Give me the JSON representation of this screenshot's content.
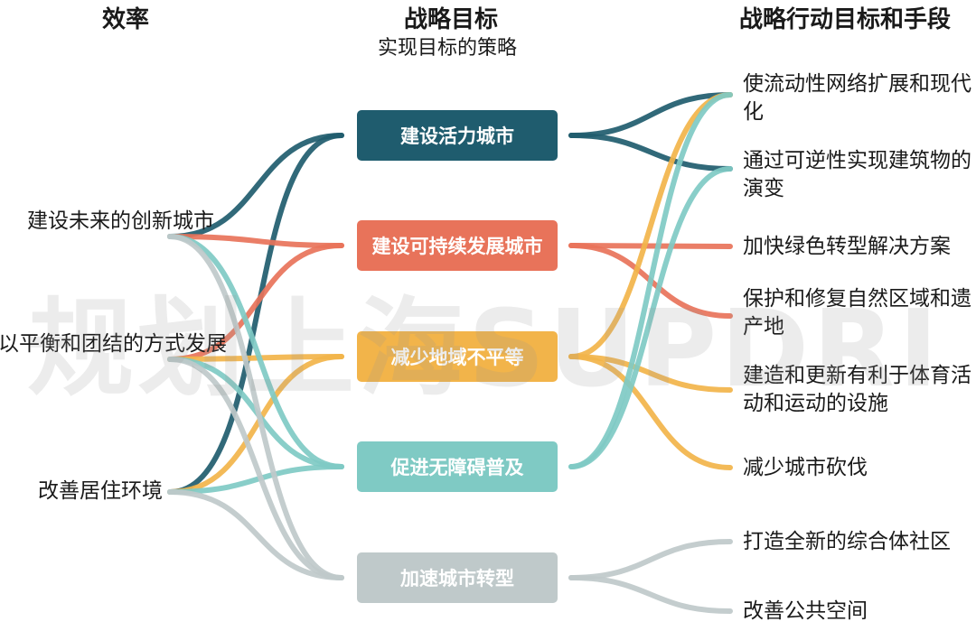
{
  "headers": {
    "left": "效率",
    "middle": "战略目标",
    "middle_subtitle": "实现目标的策略",
    "right": "战略行动目标和手段"
  },
  "left_items": [
    "建设未来的创新城市",
    "以平衡和团结的方式发展",
    "改善居住环境"
  ],
  "middle_items": [
    "建设活力城市",
    "建设可持续发展城市",
    "减少地域不平等",
    "促进无障碍普及",
    "加速城市转型"
  ],
  "right_items": [
    "使流动性网络扩展和现代化",
    "通过可逆性实现建筑物的演变",
    "加快绿色转型解决方案",
    "保护和修复自然区域和遗产地",
    "建造和更新有利于体育活动和运动的设施",
    "减少城市砍伐",
    "打造全新的综合体社区",
    "改善公共空间"
  ],
  "colors": {
    "vibrant": "#1f5c6e",
    "sustainable": "#e8735a",
    "inequality": "#f2b44a",
    "accessibility": "#7fcac4",
    "transformation": "#bfc9ca"
  },
  "watermark": "规划上海SUPDRI"
}
